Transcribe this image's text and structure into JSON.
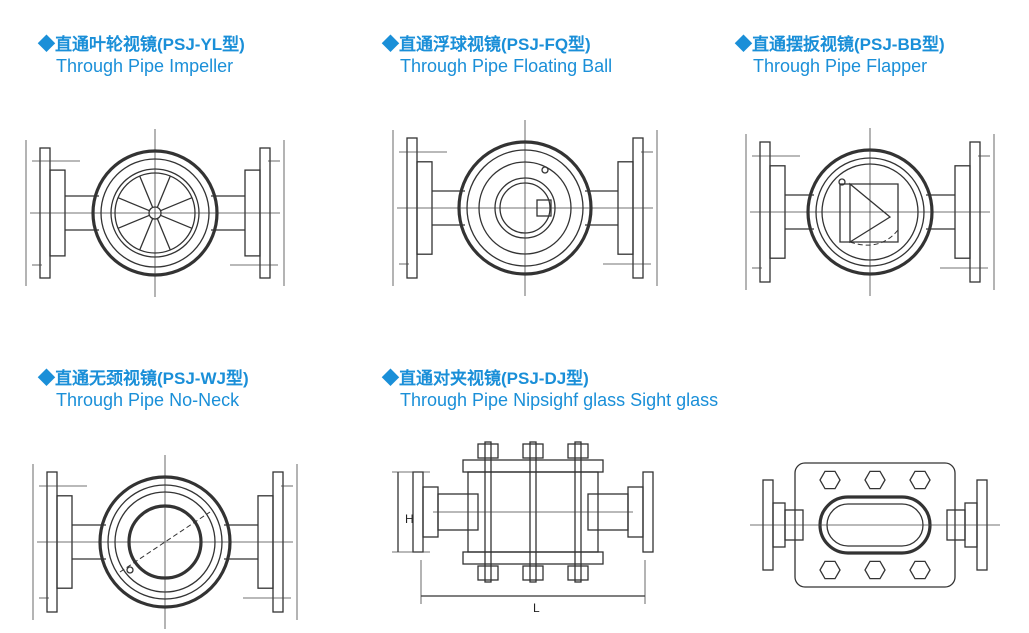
{
  "items": [
    {
      "zh": "◆直通叶轮视镜(PSJ-YL型)",
      "en": "Through Pipe Impeller"
    },
    {
      "zh": "◆直通浮球视镜(PSJ-FQ型)",
      "en": "Through Pipe Floating Ball"
    },
    {
      "zh": "◆直通摆扳视镜(PSJ-BB型)",
      "en": "Through Pipe Flapper"
    },
    {
      "zh": "◆直通无颈视镜(PSJ-WJ型)",
      "en": "Through Pipe No-Neck"
    },
    {
      "zh": "◆直通对夹视镜(PSJ-DJ型)",
      "en": "Through Pipe Nipsighf glass Sight glass"
    }
  ],
  "dimensions": {
    "height_label": "H",
    "length_label": "L"
  },
  "colors": {
    "caption": "#1a8fd8",
    "drawing": "#333333"
  }
}
